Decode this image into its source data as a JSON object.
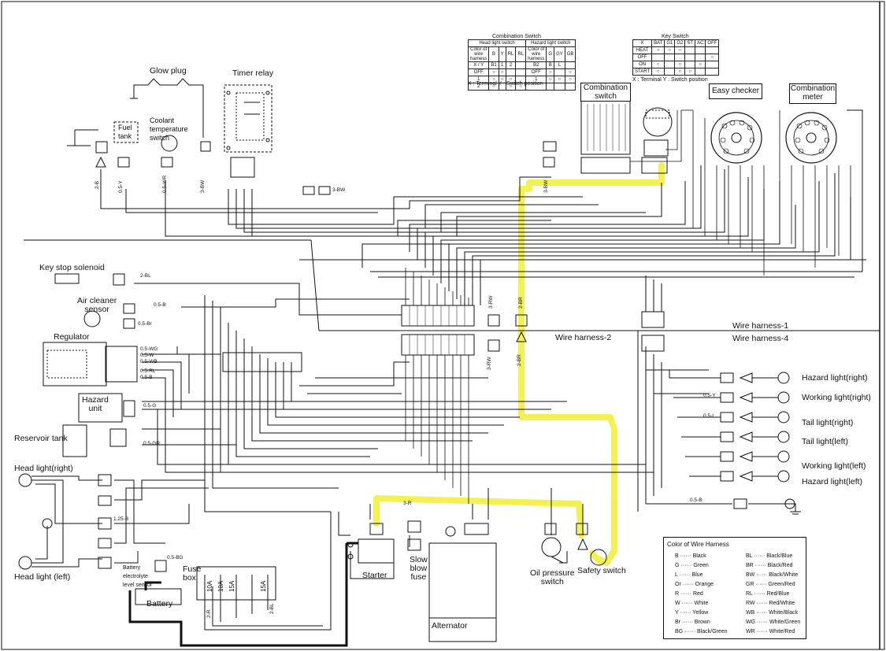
{
  "top_labels": {
    "glow_plug": "Glow plug",
    "timer_relay": "Timer relay",
    "fuel_tank": "Fuel\ntank",
    "coolant_switch": "Coolant\ntemperature\nswitch",
    "combination_switch_title": "Combination Switch",
    "head_light_switch": "Head light switch",
    "hazard_light_switch": "Hazard light switch",
    "key_switch_title": "Key Switch",
    "terminal_note_1": "X : Terminal   Y : Switch position",
    "terminal_note_2": "X : Terminal   Y : Switch position",
    "combination_switch_box": "Combination\nswitch",
    "easy_checker": "Easy checker",
    "combination_meter": "Combination\nmeter"
  },
  "combo_switch_table": {
    "rows": [
      [
        "Color of wire harness",
        "B",
        "Y",
        "RL",
        "RL",
        "Color of wire harness",
        "G",
        "GY",
        "GB"
      ],
      [
        "X / Y",
        "B1",
        "1",
        "2",
        "",
        "B2",
        "B",
        "L",
        ""
      ],
      [
        "OFF",
        "",
        "",
        "",
        "",
        "",
        "",
        "",
        ""
      ],
      [
        "1",
        "",
        "",
        "",
        "",
        "",
        "",
        "",
        ""
      ],
      [
        "2",
        "",
        "",
        "",
        "",
        "",
        "",
        "",
        ""
      ]
    ]
  },
  "key_switch_table": {
    "rows": [
      [
        "X",
        "BAT",
        "G1",
        "G2",
        "ST",
        "AC",
        "OFF"
      ],
      [
        "HEAT",
        "",
        "",
        "",
        "",
        "",
        ""
      ],
      [
        "OFF",
        "",
        "",
        "",
        "",
        "",
        ""
      ],
      [
        "ON",
        "",
        "",
        "",
        "",
        "",
        ""
      ],
      [
        "START",
        "",
        "",
        "",
        "",
        "",
        ""
      ]
    ]
  },
  "left_labels": {
    "key_stop_solenoid": "Key stop solenoid",
    "air_cleaner_sensor": "Air cleaner\nsensor",
    "regulator": "Regulator",
    "hazard_unit": "Hazard\nunit",
    "reservoir_tank": "Reservoir tank",
    "head_light_right": "Head light(right)",
    "head_light_left": "Head light (left)",
    "battery_sensor": "Battery\nelectrolyte\nlevel sensor",
    "battery": "Battery",
    "fuse_box": "Fuse\nbox",
    "starter": "Starter",
    "slow_blow_fuse": "Slow\nblow\nfuse",
    "alternator": "Alternator",
    "oil_pressure_switch": "Oil pressure\nswitch",
    "safety_switch": "Safety switch"
  },
  "harness_labels": {
    "wh1": "Wire harness-1",
    "wh2": "Wire harness-2",
    "wh4": "Wire harness-4"
  },
  "right_labels": {
    "hazard_right": "Hazard light(right)",
    "working_right": "Working light(right)",
    "tail_right": "Tail light(right)",
    "tail_left": "Tail light(left)",
    "working_left": "Working light(left)",
    "hazard_left": "Hazard light(left)"
  },
  "wire_labels": {
    "w2b": "2-B",
    "w05y": "0.5-Y",
    "w05wr": "0.5-WR",
    "w3bw": "3-BW",
    "w3bw2": "3-BW",
    "w2bl": "2-BL",
    "w05b1": "0.5-B",
    "w05br": "0.5-Br",
    "w05wg": "0.5-WG",
    "w05w": "0.5-W",
    "w05wb": "0.5-WB",
    "w05rl": "0.5-RL",
    "w05b2": "0.5-B",
    "w05g": "0.5-G",
    "w05gr": "0.5-GR",
    "w3bw3": "3-BW",
    "w2br1": "2-BR",
    "w2br2": "2-BR",
    "w3rw": "3-RW",
    "w3rw2": "3-RW",
    "w3r": "3-R",
    "w125b": "1.25-B",
    "w05bg": "0.5-BG",
    "w2r": "2-R",
    "w2bl2": "2-BL",
    "w05ry": "0.5-Y",
    "w05l": "0.5-L",
    "w05bl": "0.5-B",
    "fuse_10a1": "10A",
    "fuse_10a2": "10A",
    "fuse_15a1": "15A",
    "fuse_15a2": "15A"
  },
  "legend": {
    "title": "Color of Wire Harness",
    "left": [
      [
        "B",
        "Black"
      ],
      [
        "G",
        "Green"
      ],
      [
        "L",
        "Blue"
      ],
      [
        "Or",
        "Orange"
      ],
      [
        "R",
        "Red"
      ],
      [
        "W",
        "White"
      ],
      [
        "Y",
        "Yellow"
      ],
      [
        "Br",
        "Brown"
      ],
      [
        "BG",
        "Black/Green"
      ]
    ],
    "right": [
      [
        "BL",
        "Black/Blue"
      ],
      [
        "BR",
        "Black/Red"
      ],
      [
        "BW",
        "Black/White"
      ],
      [
        "GR",
        "Green/Red"
      ],
      [
        "RL",
        "Red/Blue"
      ],
      [
        "RW",
        "Red/White"
      ],
      [
        "WB",
        "White/Black"
      ],
      [
        "WG",
        "White/Green"
      ],
      [
        "WR",
        "White/Red"
      ]
    ]
  },
  "colors": {
    "line": "#111111",
    "highlight": "#f3f04a",
    "paper": "#ffffff"
  }
}
